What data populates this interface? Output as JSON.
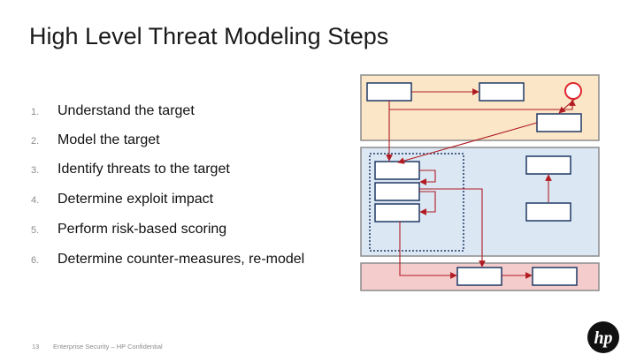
{
  "slide": {
    "title": "High Level Threat Modeling Steps",
    "steps": [
      {
        "number": "1.",
        "text": "Understand the target"
      },
      {
        "number": "2.",
        "text": "Model the target"
      },
      {
        "number": "3.",
        "text": "Identify threats to the target"
      },
      {
        "number": "4.",
        "text": "Determine exploit impact"
      },
      {
        "number": "5.",
        "text": "Perform risk-based scoring"
      },
      {
        "number": "6.",
        "text": "Determine counter-measures, re-model"
      }
    ]
  },
  "footer": {
    "page_number": "13",
    "text": "Enterprise Security – HP Confidential"
  },
  "logo": {
    "text": "hp",
    "icon": "hp-logo-icon",
    "color": "#111111"
  },
  "diagram_colors": {
    "top_zone": "#fbe6c7",
    "middle_zone": "#dce7f4",
    "bottom_zone": "#f5cccc",
    "zone_border": "#8c8c8c",
    "box_border": "#1f3864",
    "arrow": "#b01c22",
    "external_entity": "#e0282e"
  }
}
